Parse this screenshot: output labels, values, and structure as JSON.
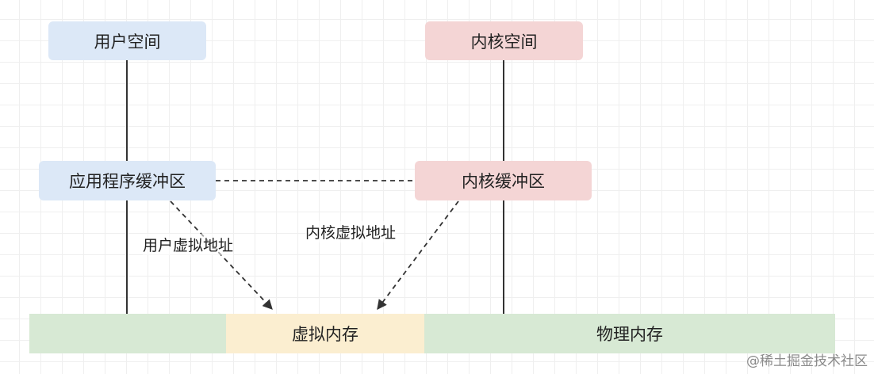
{
  "colors": {
    "user_blue": "#dce8f7",
    "kernel_red": "#f4d5d5",
    "memory_green": "#d7e9d4",
    "virtual_yellow": "#fbeed0",
    "line": "#333333"
  },
  "nodes": {
    "user_space": "用户空间",
    "kernel_space": "内核空间",
    "app_buffer": "应用程序缓冲区",
    "kernel_buffer": "内核缓冲区"
  },
  "edge_labels": {
    "user_virtual_address": "用户虚拟地址",
    "kernel_virtual_address": "内核虚拟地址"
  },
  "memory_bar": {
    "left_segment": "",
    "virtual_memory": "虚拟内存",
    "physical_memory": "物理内存"
  },
  "watermark": "@稀土掘金技术社区"
}
